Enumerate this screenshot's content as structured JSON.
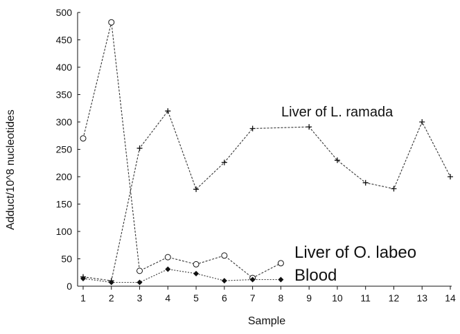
{
  "chart_data": {
    "type": "line",
    "xlabel": "Sample",
    "ylabel": "Adduct/10^8 nucleotides",
    "xlim": [
      1,
      14
    ],
    "ylim": [
      0,
      500
    ],
    "xticks": [
      1,
      2,
      3,
      4,
      5,
      6,
      7,
      8,
      9,
      10,
      11,
      12,
      13,
      14
    ],
    "yticks": [
      0,
      50,
      100,
      150,
      200,
      250,
      300,
      350,
      400,
      450,
      500
    ],
    "grid": false,
    "legend": "none",
    "series": [
      {
        "name": "Liver of L. ramada",
        "marker": "plus",
        "x": [
          1,
          2,
          3,
          4,
          5,
          6,
          7,
          9,
          10,
          11,
          12,
          13,
          14
        ],
        "values": [
          17,
          10,
          252,
          320,
          177,
          226,
          288,
          291,
          230,
          189,
          178,
          300,
          200
        ]
      },
      {
        "name": "Liver of O. labeo",
        "marker": "circle",
        "x": [
          1,
          2,
          3,
          4,
          5,
          6,
          7,
          8
        ],
        "values": [
          270,
          482,
          28,
          53,
          40,
          56,
          15,
          42
        ]
      },
      {
        "name": "Blood",
        "marker": "diamond",
        "x": [
          1,
          2,
          3,
          4,
          5,
          6,
          7,
          8
        ],
        "values": [
          14,
          7,
          7,
          31,
          23,
          10,
          12,
          12
        ]
      }
    ]
  }
}
